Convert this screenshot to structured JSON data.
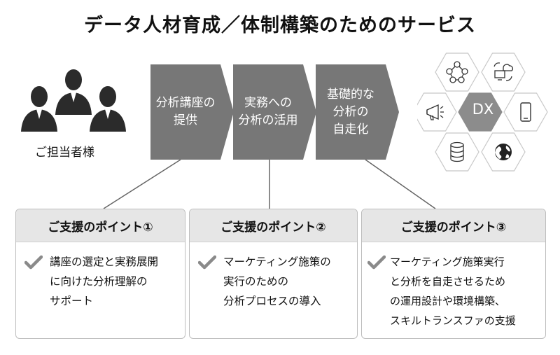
{
  "title": "データ人材育成／体制構築のためのサービス",
  "people_label": "ご担当者様",
  "steps": [
    {
      "label": "分析講座の\n提供"
    },
    {
      "label": "実務への\n分析の活用"
    },
    {
      "label": "基礎的な\n分析の\n自走化"
    }
  ],
  "hex_center_label": "DX",
  "hex_icons": [
    "network-icon",
    "cloud-sync-icon",
    "megaphone-icon",
    "smartphone-icon",
    "database-icon",
    "globe-icon"
  ],
  "cards": [
    {
      "header": "ご支援のポイント①",
      "body": "講座の選定と実務展開\nに向けた分析理解の\nサポート"
    },
    {
      "header": "ご支援のポイント②",
      "body": "マーケティング施策の\n実行のための\n分析プロセスの導入"
    },
    {
      "header": "ご支援のポイント③",
      "body": "マーケティング施策実行\nと分析を自走させるため\nの運用設計や環境構築、\nスキルトランスファの支援"
    }
  ],
  "colors": {
    "chevron": "#777777",
    "card_header": "#e6e6e6",
    "check": "#8a8a8a",
    "hex_center": "#8c8c8c"
  }
}
